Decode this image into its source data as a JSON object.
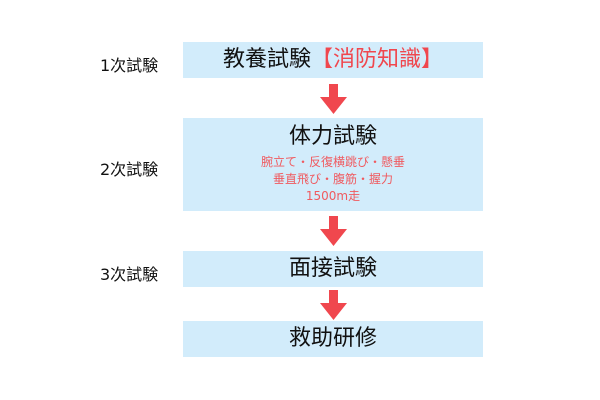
{
  "stages": [
    {
      "label": "1次試験",
      "title": "教養試験",
      "title_note": "【消防知識】"
    },
    {
      "label": "2次試験",
      "title": "体力試験",
      "details": [
        "腕立て・反復横跳び・懸垂",
        "垂直飛び・腹筋・握力",
        "1500m走"
      ]
    },
    {
      "label": "3次試験",
      "title": "面接試験"
    },
    {
      "title": "救助研修"
    }
  ],
  "colors": {
    "box": "#d2ecfb",
    "accent": "#f0474e"
  }
}
